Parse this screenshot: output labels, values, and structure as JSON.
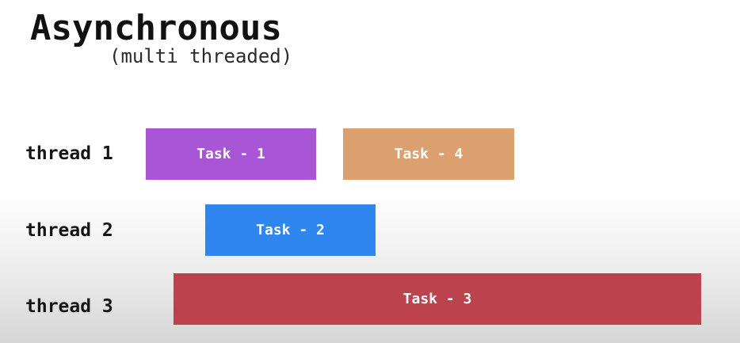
{
  "title": "Asynchronous",
  "subtitle": "(multi threaded)",
  "threads": [
    {
      "label": "thread 1"
    },
    {
      "label": "thread 2"
    },
    {
      "label": "thread 3"
    }
  ],
  "tasks": [
    {
      "label": "Task - 1",
      "thread": "thread 1",
      "color": "#a855d6"
    },
    {
      "label": "Task - 4",
      "thread": "thread 1",
      "color": "#dba070"
    },
    {
      "label": "Task - 2",
      "thread": "thread 2",
      "color": "#2e86ee"
    },
    {
      "label": "Task - 3",
      "thread": "thread 3",
      "color": "#bc424e"
    }
  ]
}
